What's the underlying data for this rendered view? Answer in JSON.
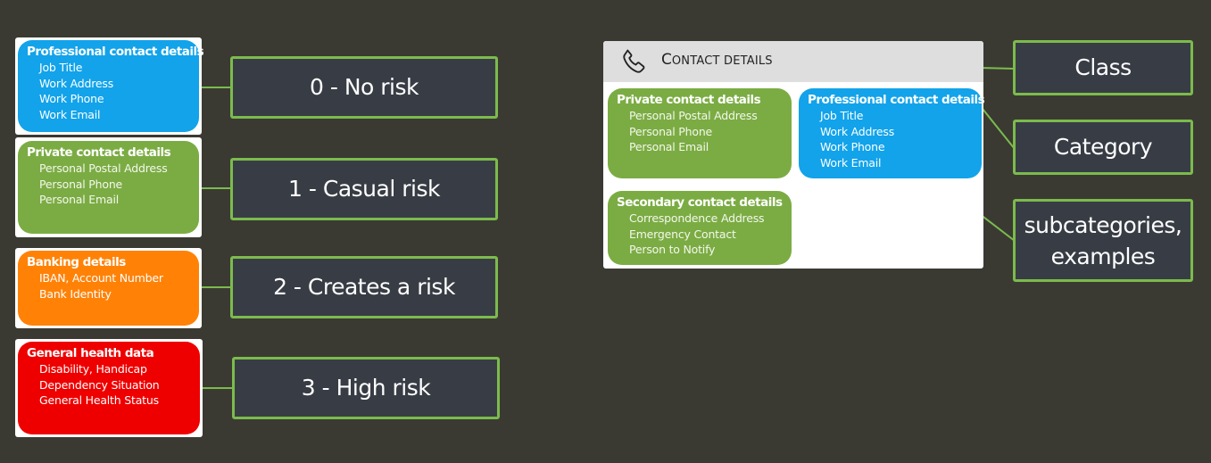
{
  "legend": [
    {
      "category_title": "Professional contact details",
      "items": [
        "Job Title",
        "Work Address",
        "Work Phone",
        "Work Email"
      ],
      "color": "#12a3ea",
      "risk_label": "0 - No risk"
    },
    {
      "category_title": "Private contact details",
      "items": [
        "Personal Postal Address",
        "Personal Phone",
        "Personal Email"
      ],
      "color": "#7bac43",
      "risk_label": "1 - Casual risk"
    },
    {
      "category_title": "Banking details",
      "items": [
        "IBAN, Account Number",
        "Bank Identity"
      ],
      "color": "#ff8207",
      "risk_label": "2 - Creates a risk"
    },
    {
      "category_title": "General health data",
      "items": [
        "Disability, Handicap",
        "Dependency Situation",
        "General Health Status"
      ],
      "color": "#ef0000",
      "risk_label": "3 - High risk"
    }
  ],
  "class_card": {
    "icon": "phone-icon",
    "title_first": "C",
    "title_rest": "ONTACT DETAILS",
    "categories": [
      {
        "title": "Private contact details",
        "items": [
          "Personal Postal Address",
          "Personal Phone",
          "Personal Email"
        ],
        "color": "#7bac43"
      },
      {
        "title": "Professional contact details",
        "items": [
          "Job Title",
          "Work Address",
          "Work Phone",
          "Work Email"
        ],
        "color": "#12a3ea"
      },
      {
        "title": "Secondary contact details",
        "items": [
          "Correspondence Address",
          "Emergency Contact",
          "Person to Notify"
        ],
        "color": "#7bac43"
      }
    ]
  },
  "annotations": {
    "class": "Class",
    "category": "Category",
    "subcategories_line1": "subcategories,",
    "subcategories_line2": "examples"
  },
  "colors": {
    "background": "#3a3a33",
    "label_fill": "#383d45",
    "label_border": "#7cbb4c"
  }
}
